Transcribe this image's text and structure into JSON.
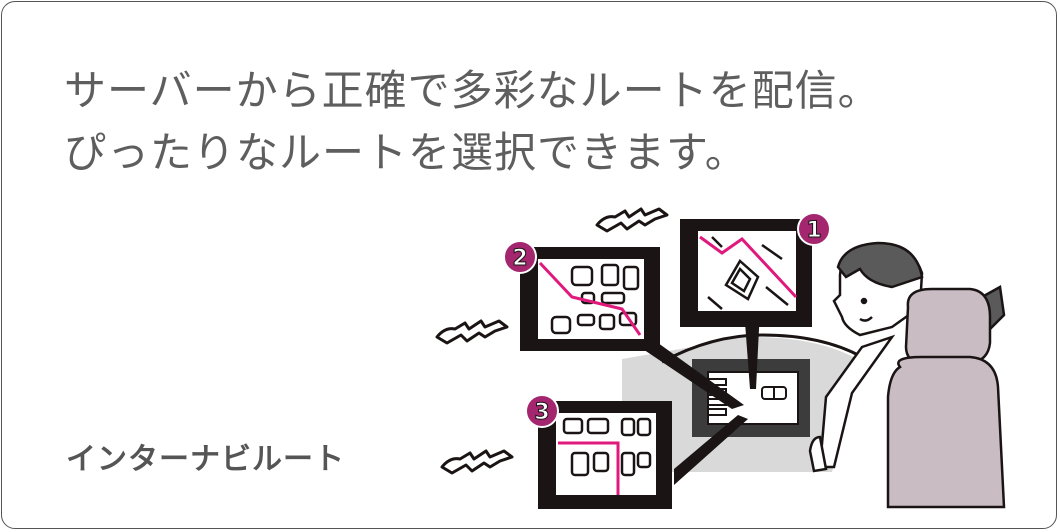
{
  "card": {
    "headline_lines": [
      "サーバーから正確で多彩なルートを配信。",
      "ぴったりなルートを選択できます。"
    ],
    "feature_label": "インターナビルート"
  },
  "illustration": {
    "route_badges": [
      "1",
      "2",
      "3"
    ],
    "colors": {
      "route_line": "#e0197d",
      "badge_fill": "#a3266e",
      "frame": "#1a1414",
      "seat": "#c9bcc3",
      "hair": "#5a5a5a",
      "dashboard": "#d9d9d9",
      "text": "#5e5e5e"
    }
  }
}
